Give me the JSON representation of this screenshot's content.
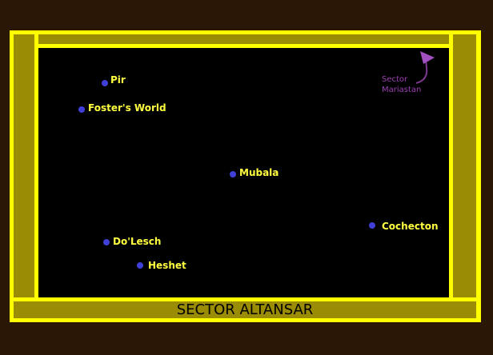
{
  "map_title": "SECTOR ALTANSAR",
  "adjacent_sector": {
    "line1": "Sector",
    "line2": "Mariastan",
    "direction": "north-east"
  },
  "systems": [
    {
      "name": "Pir"
    },
    {
      "name": "Foster's World"
    },
    {
      "name": "Mubala"
    },
    {
      "name": "Cochecton"
    },
    {
      "name": "Do'Lesch"
    },
    {
      "name": "Heshet"
    }
  ],
  "colors": {
    "frame": "#ffff00",
    "panel": "#9a8c05",
    "space": "#000000",
    "star": "#4040d8",
    "label": "#ffff40",
    "sector_link": "#9a3fb0"
  }
}
